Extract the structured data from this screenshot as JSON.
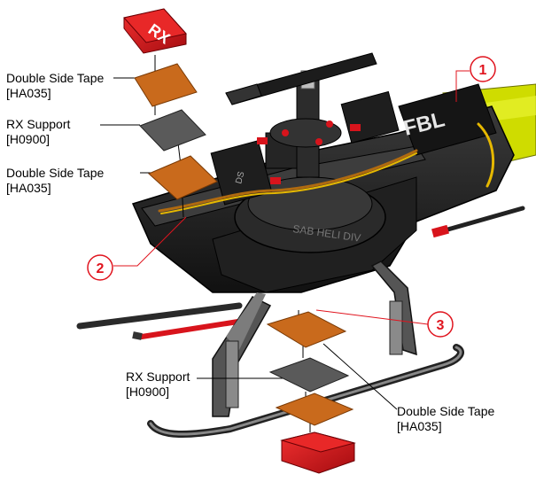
{
  "labels": {
    "tape_1": {
      "name": "Double Side Tape",
      "code": "[HA035]"
    },
    "rx_support_1": {
      "name": "RX Support",
      "code": "[H0900]"
    },
    "tape_2": {
      "name": "Double Side Tape",
      "code": "[HA035]"
    },
    "rx_support_2": {
      "name": "RX Support",
      "code": "[H0900]"
    },
    "tape_3": {
      "name": "Double Side Tape",
      "code": "[HA035]"
    }
  },
  "callouts": [
    "1",
    "2",
    "3"
  ],
  "receiver_text": "RX",
  "fbl_text": "FBL",
  "frame_text": "SAB HELI DIV",
  "servo_text": "DS",
  "colors": {
    "receiver_red": "#d8141c",
    "tape_orange": "#c96a1c",
    "support_gray": "#5a5a5a",
    "callout_red": "#e0141e",
    "frame_black": "#1c1c1c",
    "canopy_yellow": "#d4e000"
  }
}
